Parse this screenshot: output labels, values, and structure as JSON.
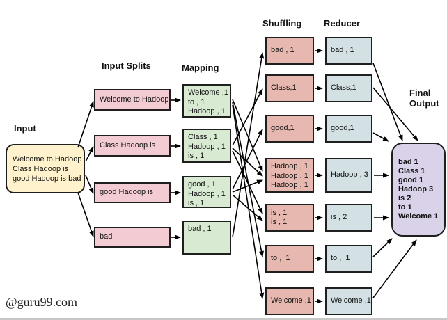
{
  "diagram": {
    "input": {
      "label": "Input",
      "lines": [
        "Welcome to Hadoop",
        "Class Hadoop is",
        "good Hadoop is bad"
      ]
    },
    "input_splits": {
      "label": "Input Splits",
      "boxes": [
        "Welcome to Hadoop",
        "Class Hadoop is",
        "good Hadoop is",
        "bad"
      ]
    },
    "mapping": {
      "label": "Mapping",
      "boxes": [
        {
          "lines": [
            "Welcome ,1",
            "to , 1",
            "Hadoop , 1"
          ]
        },
        {
          "lines": [
            "Class , 1",
            "Hadoop , 1",
            "is , 1"
          ]
        },
        {
          "lines": [
            "good , 1",
            "Hadoop , 1",
            "is , 1"
          ]
        },
        {
          "lines": [
            "bad , 1"
          ]
        }
      ]
    },
    "shuffling": {
      "label": "Shuffling",
      "boxes": [
        {
          "lines": [
            "bad , 1"
          ]
        },
        {
          "lines": [
            "Class,1"
          ]
        },
        {
          "lines": [
            "good,1"
          ]
        },
        {
          "lines": [
            "Hadoop , 1",
            "Hadoop , 1",
            "Hadoop , 1"
          ]
        },
        {
          "lines": [
            "is , 1",
            "is , 1"
          ]
        },
        {
          "lines": [
            "to ,  1"
          ]
        },
        {
          "lines": [
            "Welcome ,1"
          ]
        }
      ]
    },
    "reducer": {
      "label": "Reducer",
      "boxes": [
        {
          "lines": [
            "bad , 1"
          ]
        },
        {
          "lines": [
            "Class,1"
          ]
        },
        {
          "lines": [
            "good,1"
          ]
        },
        {
          "lines": [
            "Hadoop , 3"
          ]
        },
        {
          "lines": [
            "is , 2"
          ]
        },
        {
          "lines": [
            "to ,  1"
          ]
        },
        {
          "lines": [
            "Welcome ,1"
          ]
        }
      ]
    },
    "final_output": {
      "label": "Final\nOutput",
      "lines": [
        "bad 1",
        "Class 1",
        "good 1",
        "Hadoop 3",
        "is 2",
        "to 1",
        "Welcome 1"
      ]
    }
  },
  "footer": {
    "watermark": "@guru99.com"
  },
  "colors": {
    "background": "#ffffff",
    "input_fill": "#fff2cc",
    "split_fill": "#f3ccd3",
    "mapping_fill": "#d9ead3",
    "shuffle_fill": "#e6b8af",
    "reducer_fill": "#d4e1e4",
    "final_fill": "#d9d2e9",
    "border": "#1f1f1f",
    "arrow": "#000000"
  }
}
